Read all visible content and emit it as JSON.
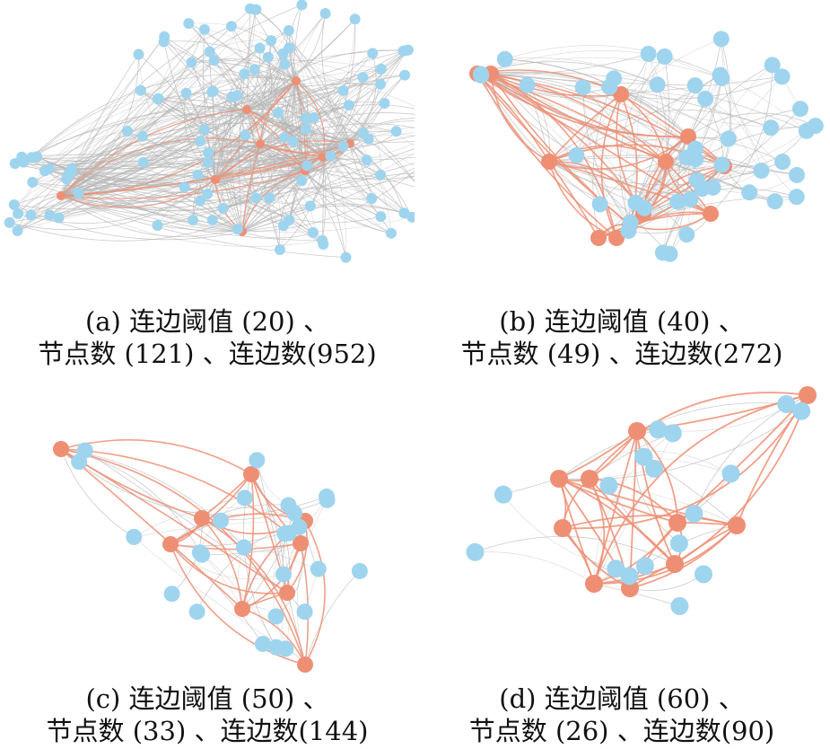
{
  "panels": [
    {
      "id": "a",
      "caption_line1": "(a) 连边阈值 (20) 、",
      "caption_line2": "节点数 (121) 、连边数(952)",
      "threshold": 20,
      "node_count": 121,
      "edge_count": 952
    },
    {
      "id": "b",
      "caption_line1": "(b) 连边阈值 (40) 、",
      "caption_line2": "节点数 (49) 、连边数(272)",
      "threshold": 40,
      "node_count": 49,
      "edge_count": 272
    },
    {
      "id": "c",
      "caption_line1": "(c) 连边阈值 (50) 、",
      "caption_line2": "节点数 (33) 、连边数(144)",
      "threshold": 50,
      "node_count": 33,
      "edge_count": 144
    },
    {
      "id": "d",
      "caption_line1": "(d) 连边阈值 (60) 、",
      "caption_line2": "节点数 (26) 、连边数(90)",
      "threshold": 60,
      "node_count": 26,
      "edge_count": 90
    }
  ],
  "colors": {
    "node_blue": "#9fd4ee",
    "node_orange": "#ee8f74",
    "edge_gray": "#b5b5b5",
    "edge_orange": "#ee8f74"
  }
}
